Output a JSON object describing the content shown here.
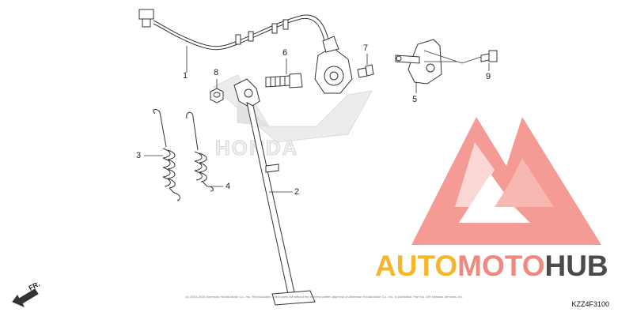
{
  "callouts": {
    "c1": "1",
    "c2": "2",
    "c3": "3",
    "c4": "4",
    "c5": "5",
    "c6": "6",
    "c7": "7",
    "c8": "8",
    "c9": "9"
  },
  "watermark": {
    "brand_part1": "AUTO",
    "brand_part2": "MOTO",
    "brand_part3": "HUB",
    "logo_text": "HONDA",
    "colors": {
      "auto": "#f5b62a",
      "moto": "#ef8a7e",
      "hub": "#4a4a4a",
      "triangle": "#f08a80"
    }
  },
  "direction_label": "FR.",
  "reference_code": "KZZ4F3100",
  "copyright": "(c) 2003-2015 American Honda Motor Co., Inc. Reproduction of this parts list without the express written approval of American Honda Motor Co., Inc. is prohibited. Part No. ARI Network Services, Inc."
}
